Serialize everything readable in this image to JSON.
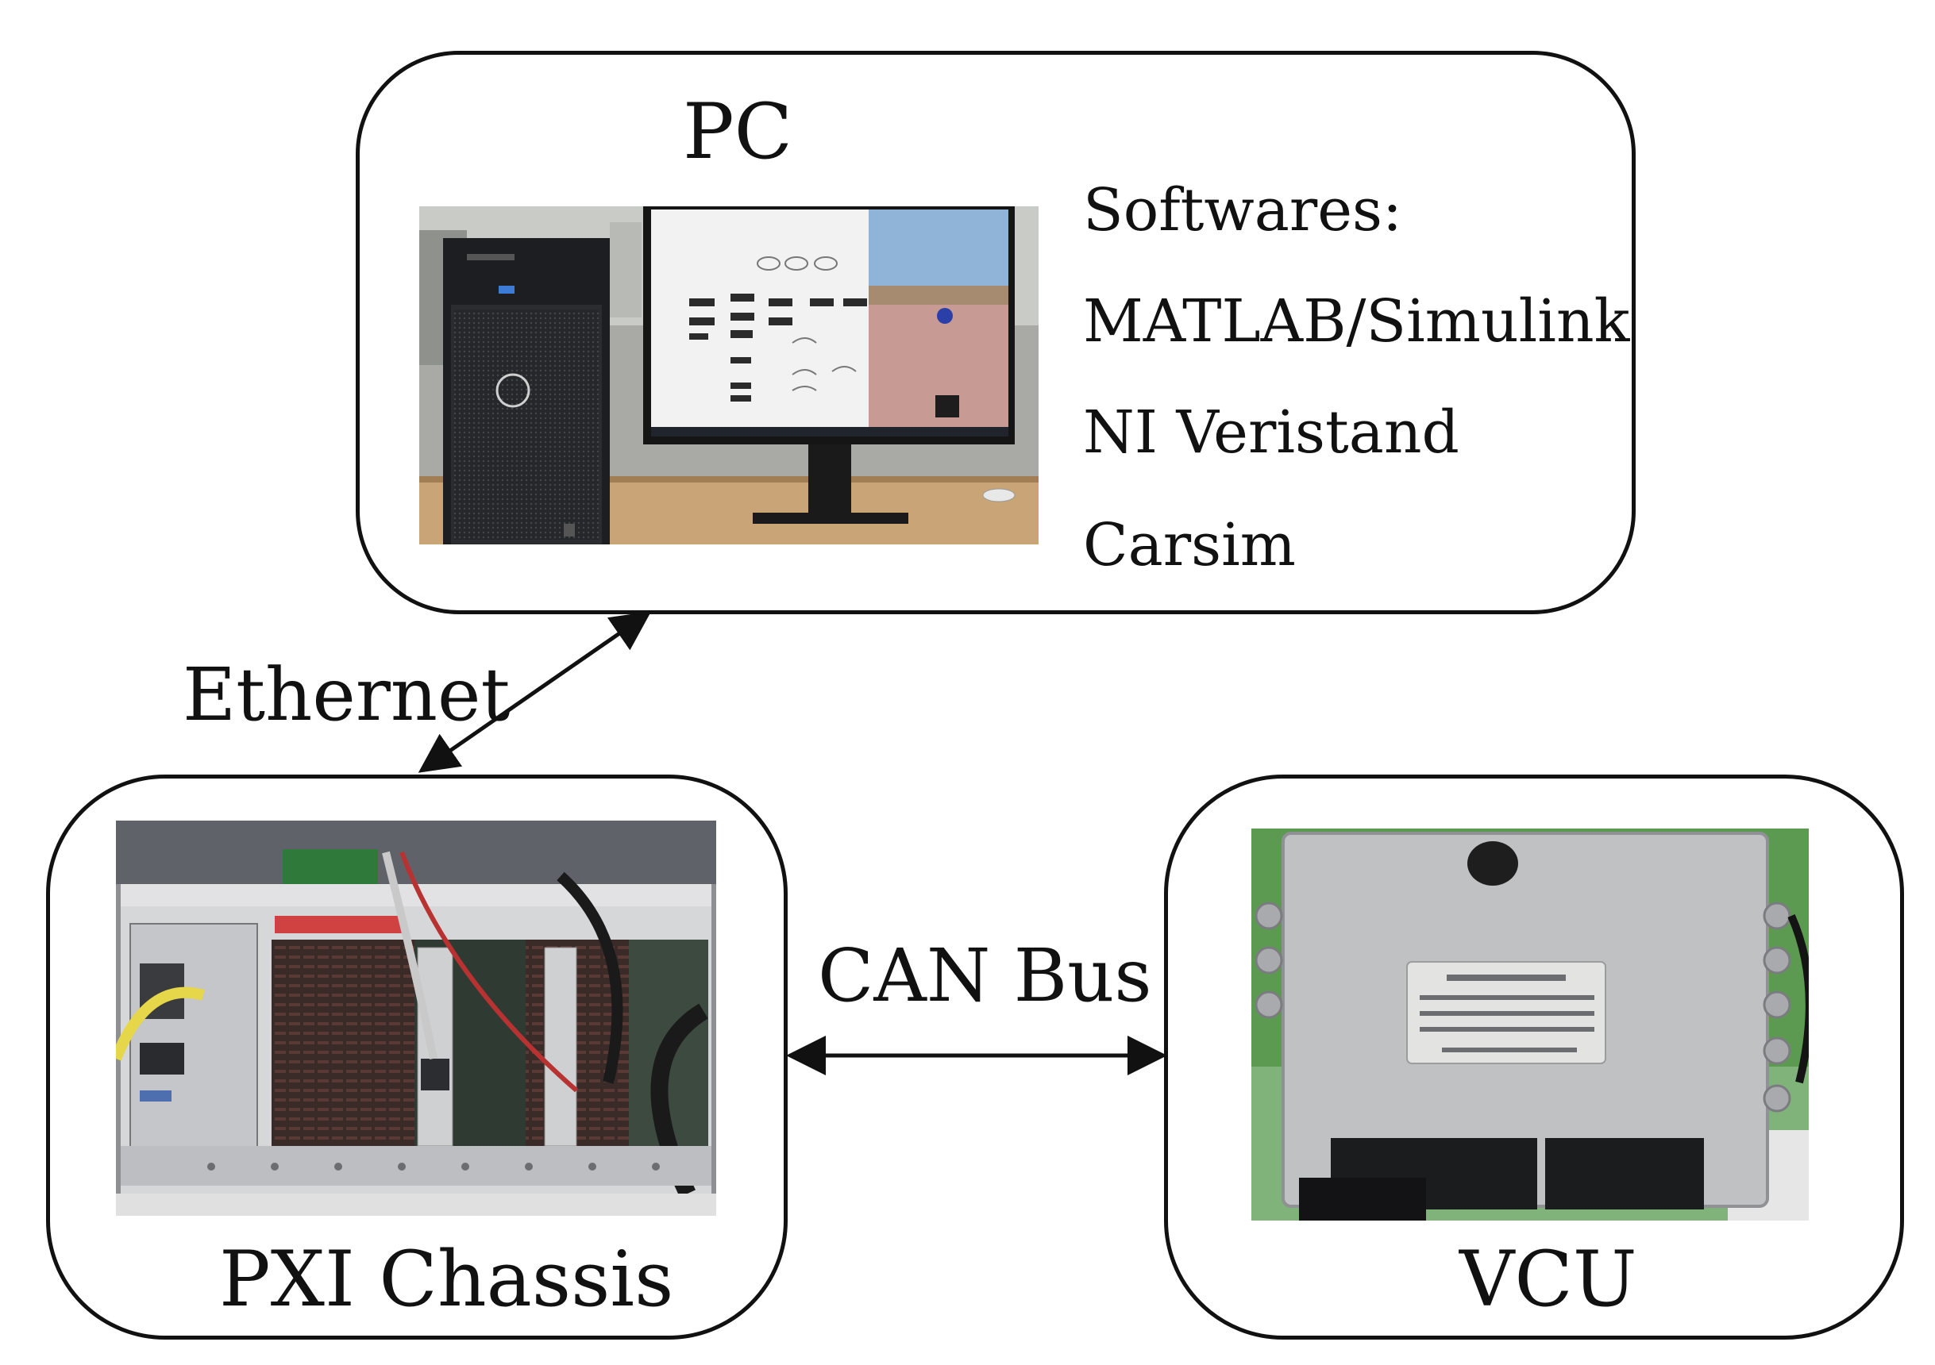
{
  "pc": {
    "title": "PC",
    "software_header": "Softwares:",
    "software": [
      "MATLAB/Simulink",
      "NI Veristand",
      "Carsim"
    ]
  },
  "pxi": {
    "title": "PXI Chassis"
  },
  "vcu": {
    "title": "VCU"
  },
  "links": {
    "ethernet": "Ethernet",
    "can": "CAN Bus"
  }
}
